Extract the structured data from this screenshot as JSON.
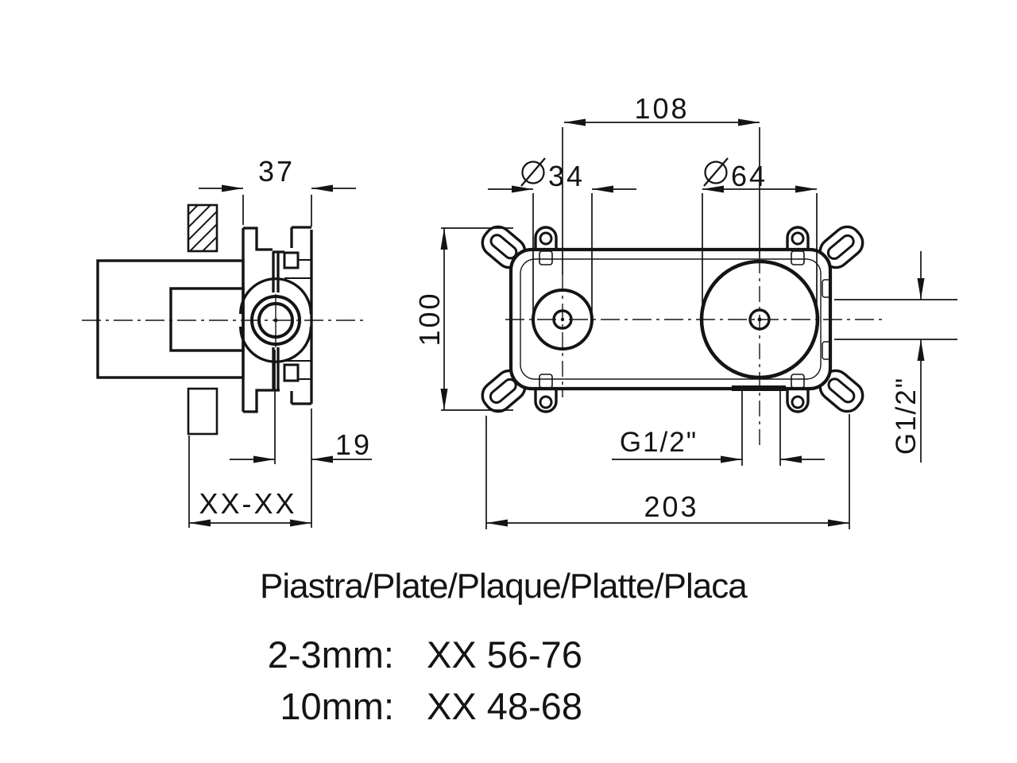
{
  "dimensions": {
    "side": {
      "width": "37",
      "depth": "19",
      "range": "XX-XX"
    },
    "front": {
      "centers": "108",
      "dia_symbol": "Ø",
      "dia_small": "34",
      "dia_large": "64",
      "height": "100",
      "width": "203",
      "thread_bottom": "G1/2\"",
      "thread_side": "G1/2\""
    }
  },
  "notes": {
    "plate_title": "Piastra/Plate/Plaque/Platte/Placa",
    "rows": [
      {
        "label": "2-3mm:",
        "value": "XX 56-76"
      },
      {
        "label": "10mm:",
        "value": "XX 48-68"
      }
    ]
  },
  "colors": {
    "ink": "#141414",
    "paper": "#ffffff"
  }
}
